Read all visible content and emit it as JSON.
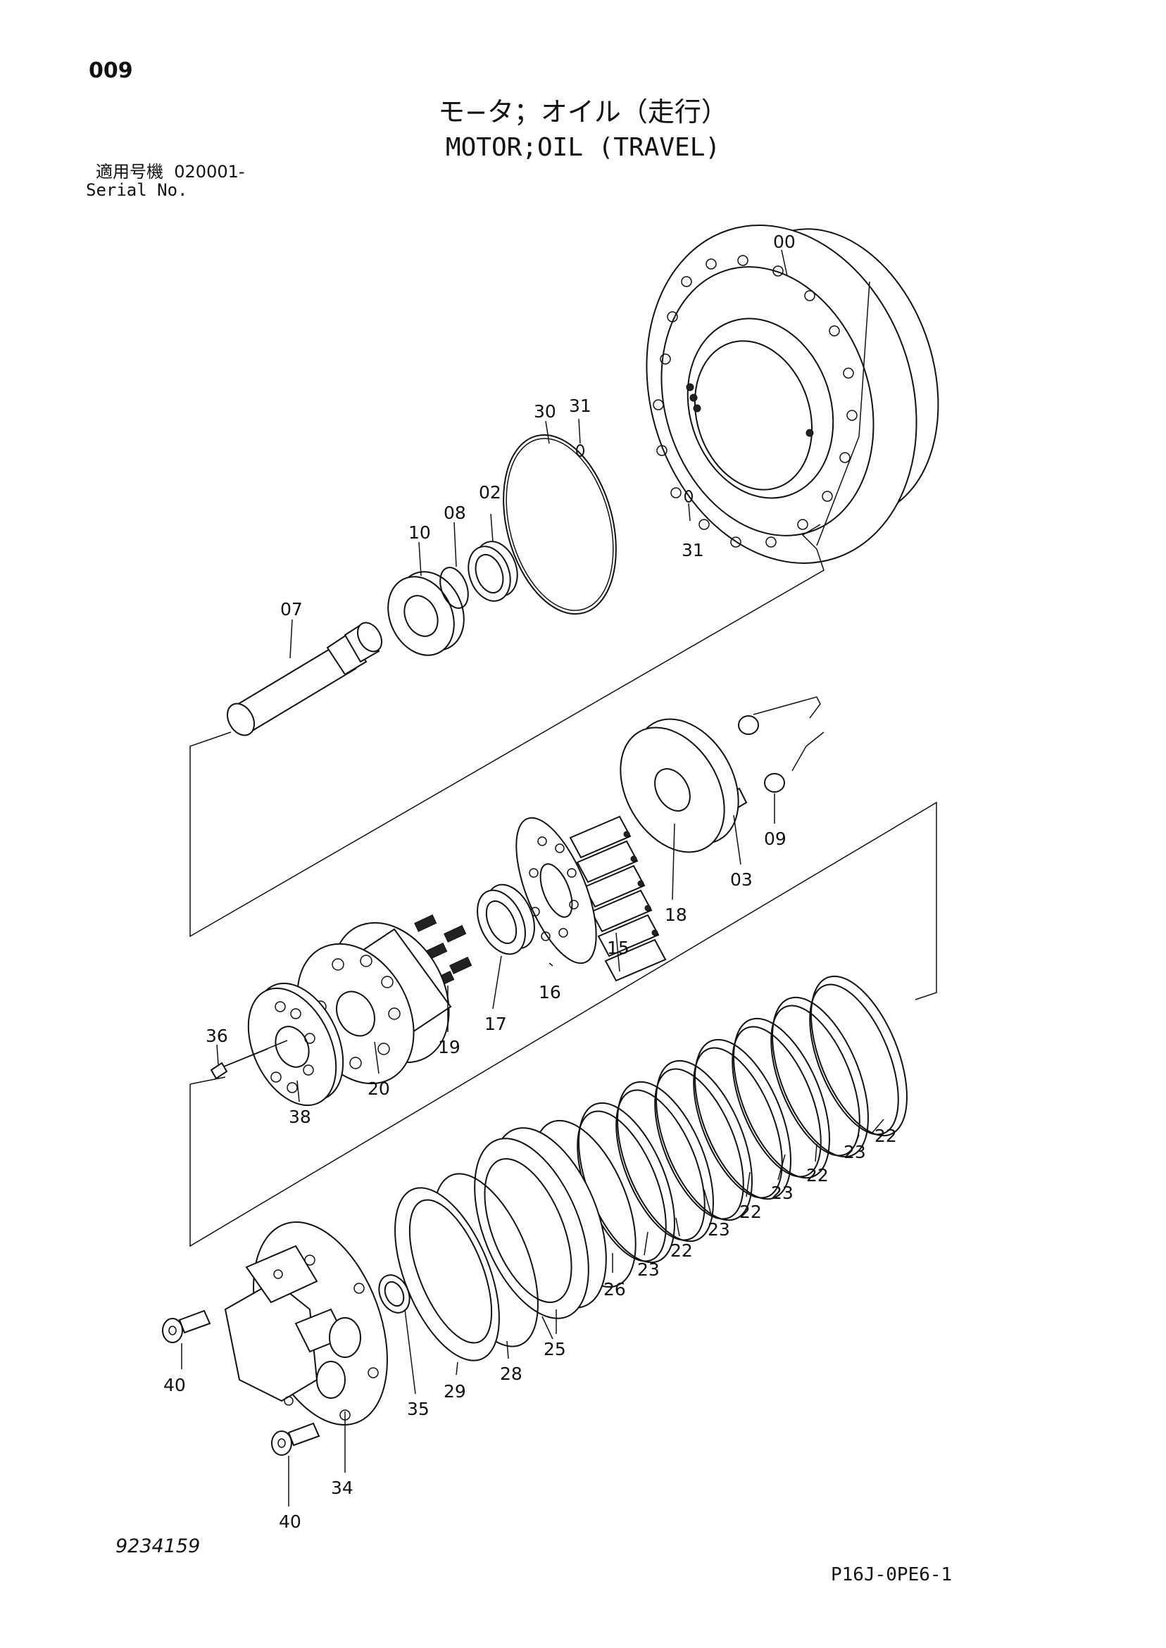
{
  "header": {
    "page_number": "009",
    "title_ja": "モ−タ；オイル（走行）",
    "title_en": "MOTOR;OIL (TRAVEL)",
    "serial_label_ja": "適用号機",
    "serial_value": "020001-",
    "serial_label_en": "Serial No."
  },
  "footer": {
    "drawing_number": "9234159",
    "sheet_code": "P16J-0PE6-1"
  },
  "diagram": {
    "callouts": {
      "c00": "00",
      "c31a": "31",
      "c30": "30",
      "c31b": "31",
      "c08": "08",
      "c02": "02",
      "c10": "10",
      "c07": "07",
      "c03": "03",
      "c09": "09",
      "c18": "18",
      "c15": "15",
      "c16": "16",
      "c17": "17",
      "c19": "19",
      "c36": "36",
      "c20": "20",
      "c38": "38",
      "c22a": "22",
      "c23a": "23",
      "c22b": "22",
      "c23b": "23",
      "c22c": "22",
      "c23c": "23",
      "c22d": "22",
      "c23d": "23",
      "c26": "26",
      "c25": "25",
      "c28": "28",
      "c29": "29",
      "c35": "35",
      "c40a": "40",
      "c34": "34",
      "c40b": "40"
    }
  }
}
